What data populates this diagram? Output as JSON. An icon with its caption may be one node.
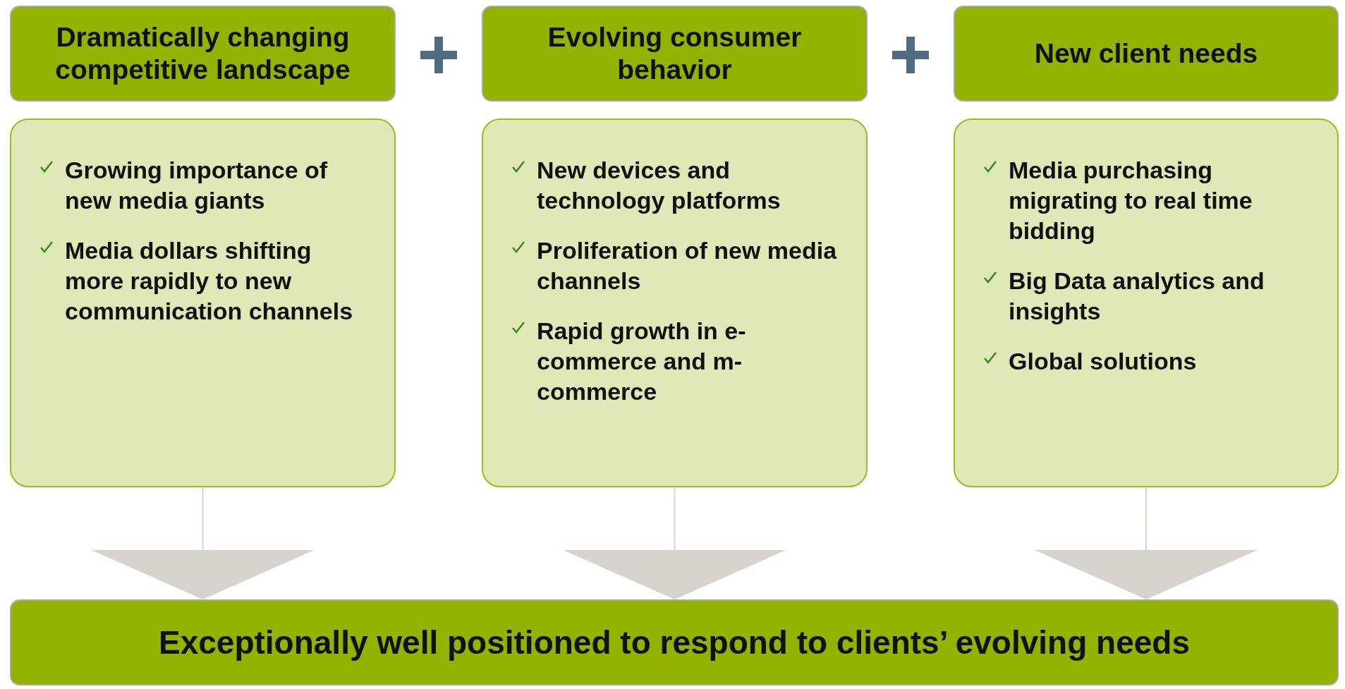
{
  "diagram": {
    "nodes": [
      {
        "text": [
          "Dramatically changing competitive landscape"
        ]
      },
      {
        "text": [
          "Evolving consumer behavior"
        ]
      },
      {
        "text": [
          "New client needs"
        ]
      },
      {
        "text": [
          "Growing importance of new media giants",
          "Media dollars shifting more rapidly to new communication channels"
        ]
      },
      {
        "text": [
          "New devices and technology platforms",
          "Proliferation of new media channels",
          "Rapid growth in e-commerce and m-commerce"
        ]
      },
      {
        "text": [
          "Media purchasing migrating to real time bidding",
          "Big Data analytics and insights",
          "Global solutions"
        ]
      },
      {
        "text": [
          "Exceptionally well positioned to respond to clients’ evolving needs"
        ]
      }
    ],
    "edges": [
      {
        "from": 3,
        "to": 6,
        "arrow": "to"
      },
      {
        "from": 4,
        "to": 6,
        "arrow": "to"
      },
      {
        "from": 5,
        "to": 6,
        "arrow": "to"
      }
    ]
  }
}
